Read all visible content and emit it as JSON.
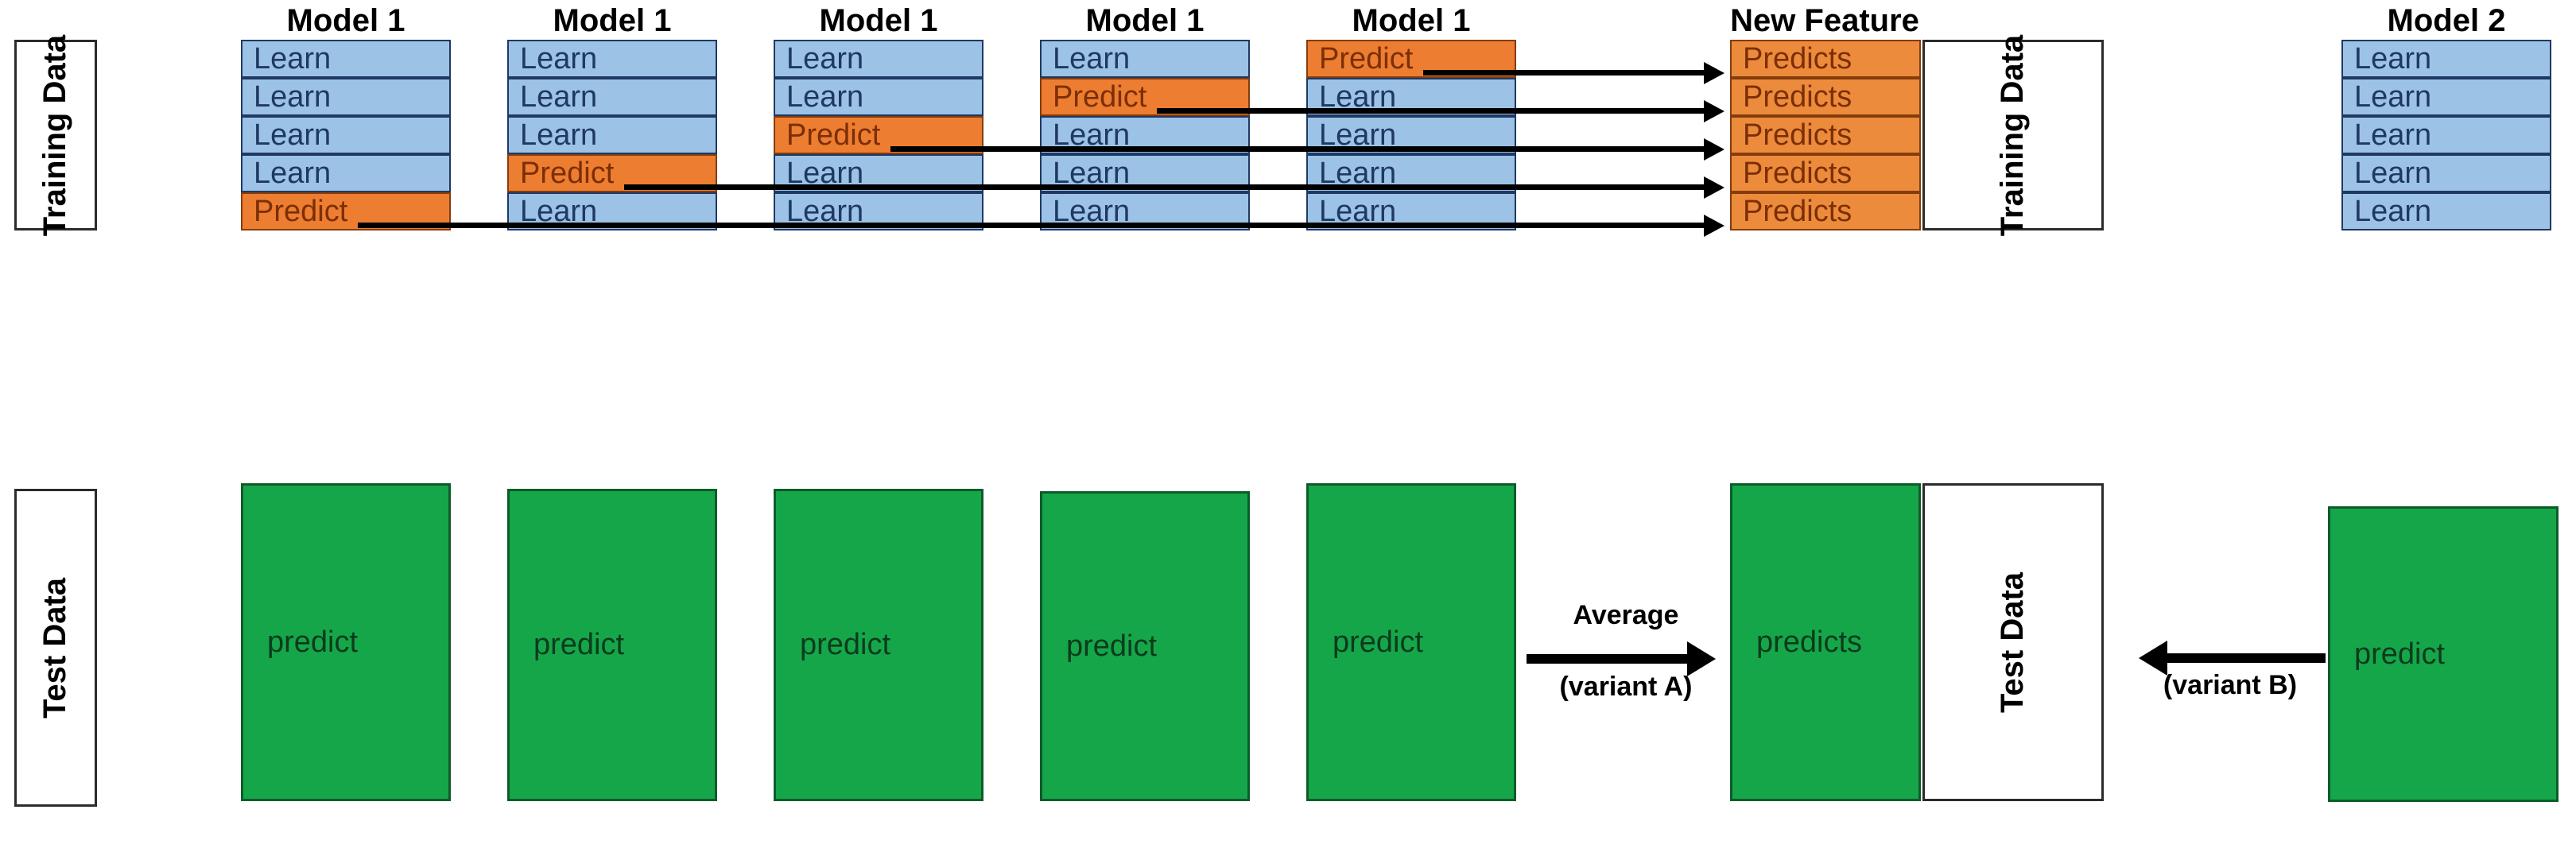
{
  "diagram": {
    "title": "Stacking / out-of-fold prediction schematic",
    "colors": {
      "learn": "#9cc3e5",
      "learn_border": "#1f3864",
      "predict": "#ed7d31",
      "predict_border": "#843c0c",
      "predicts": "#ed8b3c",
      "test": "#16a64a",
      "test_border": "#0c5c2a",
      "arrow": "#000000",
      "panel_border": "#2b2b2b"
    },
    "labels": {
      "learn": "Learn",
      "predict": "Predict",
      "predicts": "Predicts",
      "test_predict": "predict",
      "test_predicts": "predicts"
    },
    "side_panels": {
      "train_left": "Training Data",
      "test_left": "Test Data",
      "train_right": "Training Data",
      "test_right": "Test Data"
    },
    "headers": {
      "model1": "Model 1",
      "new_feature": "New Feature",
      "model2": "Model 2"
    },
    "fold_columns": [
      {
        "header": "Model 1",
        "rows": [
          "Learn",
          "Learn",
          "Learn",
          "Learn",
          "Predict"
        ],
        "predict_row_index": 4,
        "test_label": "predict"
      },
      {
        "header": "Model 1",
        "rows": [
          "Learn",
          "Learn",
          "Learn",
          "Predict",
          "Learn"
        ],
        "predict_row_index": 3,
        "test_label": "predict"
      },
      {
        "header": "Model 1",
        "rows": [
          "Learn",
          "Learn",
          "Predict",
          "Learn",
          "Learn"
        ],
        "predict_row_index": 2,
        "test_label": "predict"
      },
      {
        "header": "Model 1",
        "rows": [
          "Learn",
          "Predict",
          "Learn",
          "Learn",
          "Learn"
        ],
        "predict_row_index": 1,
        "test_label": "predict"
      },
      {
        "header": "Model 1",
        "rows": [
          "Predict",
          "Learn",
          "Learn",
          "Learn",
          "Learn"
        ],
        "predict_row_index": 0,
        "test_label": "predict"
      }
    ],
    "new_feature_column": {
      "header": "New Feature",
      "rows": [
        "Predicts",
        "Predicts",
        "Predicts",
        "Predicts",
        "Predicts"
      ],
      "test_label": "predicts"
    },
    "model2_column": {
      "header": "Model 2",
      "rows": [
        "Learn",
        "Learn",
        "Learn",
        "Learn",
        "Learn"
      ],
      "test_label": "predict"
    },
    "annotations": {
      "average_label": "Average",
      "variant_a": "(variant A)",
      "variant_b": "(variant B)"
    }
  }
}
